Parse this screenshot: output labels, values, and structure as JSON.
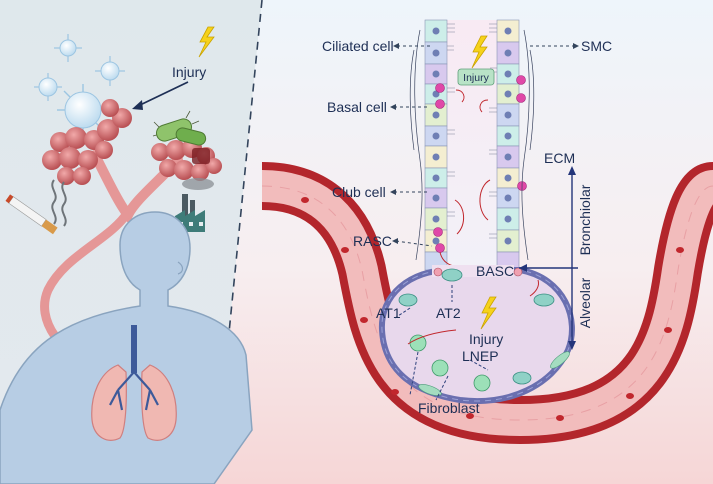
{
  "left_panel": {
    "injury_label": "Injury"
  },
  "right_panel": {
    "labels": {
      "ciliated_cell": "Ciliated cell",
      "smc": "SMC",
      "injury_top": "Injury",
      "basal_cell": "Basal cell",
      "ecm": "ECM",
      "club_cell": "Club cell",
      "bronchiolar": "Bronchiolar",
      "rasc": "RASC",
      "basc": "BASC",
      "alveolar": "Alveolar",
      "at1": "AT1",
      "at2": "AT2",
      "injury_alveolar": "Injury",
      "lnep": "LNEP",
      "fibroblast": "Fibroblast"
    }
  },
  "colors": {
    "left_bg": "#dde6ea",
    "right_bg_top": "#eef5fb",
    "right_bg_bottom": "#f7d9d9",
    "vessel_red": "#b3262c",
    "label_navy": "#1e2f55",
    "body_blue": "#b7cde4",
    "lightning_yellow": "#f6d21b"
  },
  "icons": [
    "lightning-icon",
    "cigarette-icon",
    "factory-icon",
    "virus-icon",
    "bacteria-icon",
    "smoke-icon"
  ]
}
